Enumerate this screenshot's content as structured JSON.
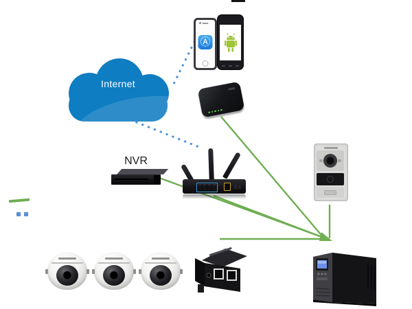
{
  "cloud": {
    "label": "Internet"
  },
  "nvr": {
    "label": "NVR"
  },
  "legend": {
    "wired": {
      "style": "solid-line",
      "color": "#6FAE52"
    },
    "wireless": {
      "style": "dotted-line",
      "color": "#5B8FD8"
    }
  },
  "nodes": [
    "internet-cloud",
    "iphone-app-store",
    "android-phone",
    "cloud-box",
    "nvr",
    "wifi-router",
    "video-door-station",
    "dome-camera-1",
    "dome-camera-2",
    "dome-camera-3",
    "poe-injector",
    "ups"
  ],
  "connections": {
    "wireless_dotted": [
      {
        "from": "internet-cloud",
        "to": "iphone-app-store"
      },
      {
        "from": "internet-cloud",
        "to": "wifi-router"
      }
    ],
    "wired_green": [
      {
        "from": "nvr",
        "to": "ups"
      },
      {
        "from": "wifi-router",
        "to": "ups"
      },
      {
        "from": "cloud-box",
        "to": "ups"
      },
      {
        "from": "video-door-station",
        "to": "ups"
      },
      {
        "from": "poe-injector",
        "to": "ups"
      }
    ]
  }
}
